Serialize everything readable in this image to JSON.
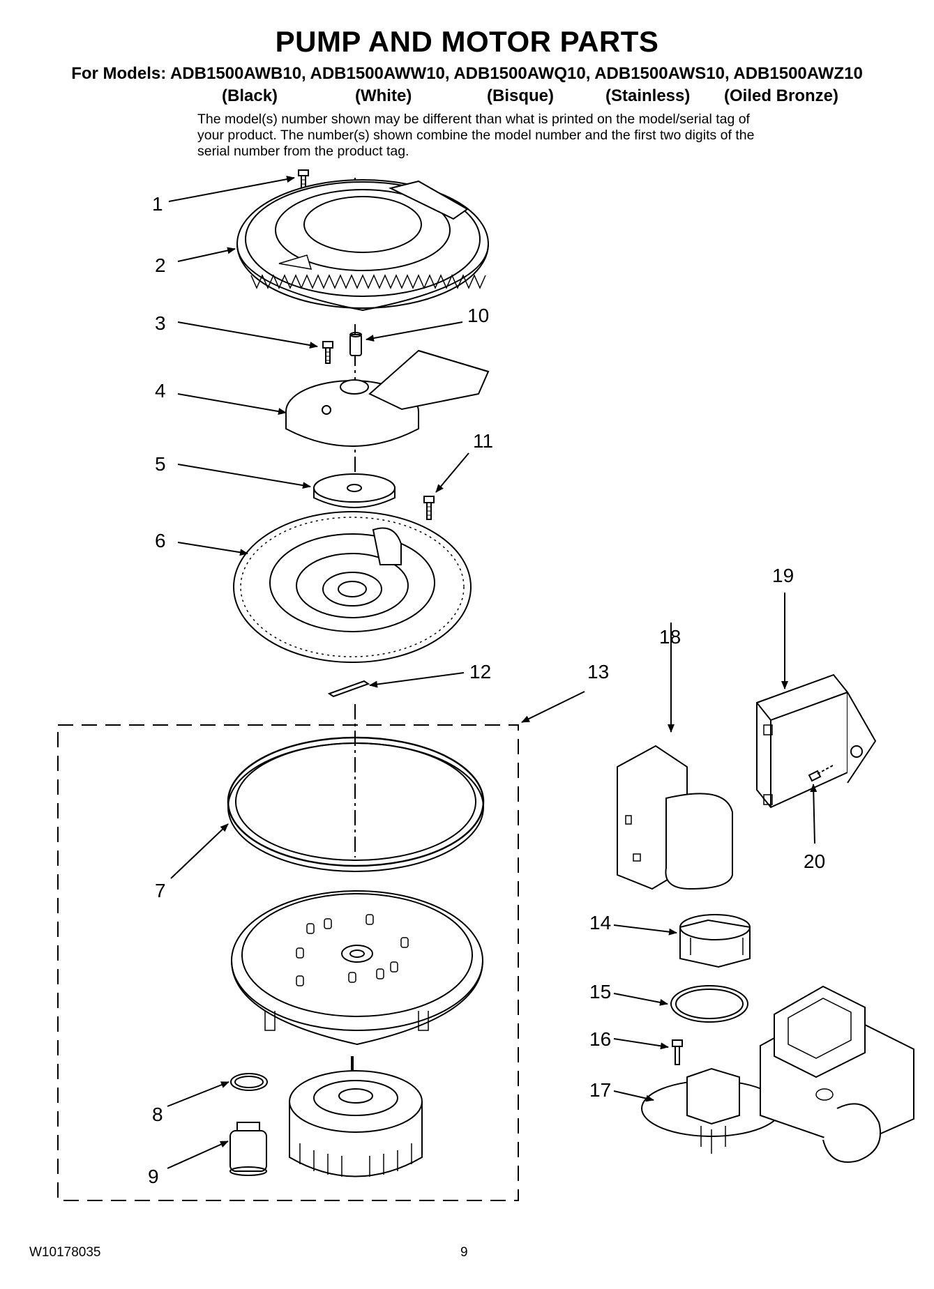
{
  "header": {
    "title": "PUMP AND MOTOR PARTS",
    "models_line": "For Models: ADB1500AWB10, ADB1500AWW10, ADB1500AWQ10, ADB1500AWS10, ADB1500AWZ10",
    "colors": [
      "(Black)",
      "(White)",
      "(Bisque)",
      "(Stainless)",
      "(Oiled Bronze)"
    ],
    "disclaimer": "The model(s) number shown may be different than what is printed on the model/serial tag of your product. The number(s) shown combine the model number and the first two digits of the serial number from the product tag."
  },
  "callouts": [
    "1",
    "2",
    "3",
    "4",
    "5",
    "6",
    "7",
    "8",
    "9",
    "10",
    "11",
    "12",
    "13",
    "14",
    "15",
    "16",
    "17",
    "18",
    "19",
    "20"
  ],
  "footer": {
    "doc_id": "W10178035",
    "page": "9"
  }
}
